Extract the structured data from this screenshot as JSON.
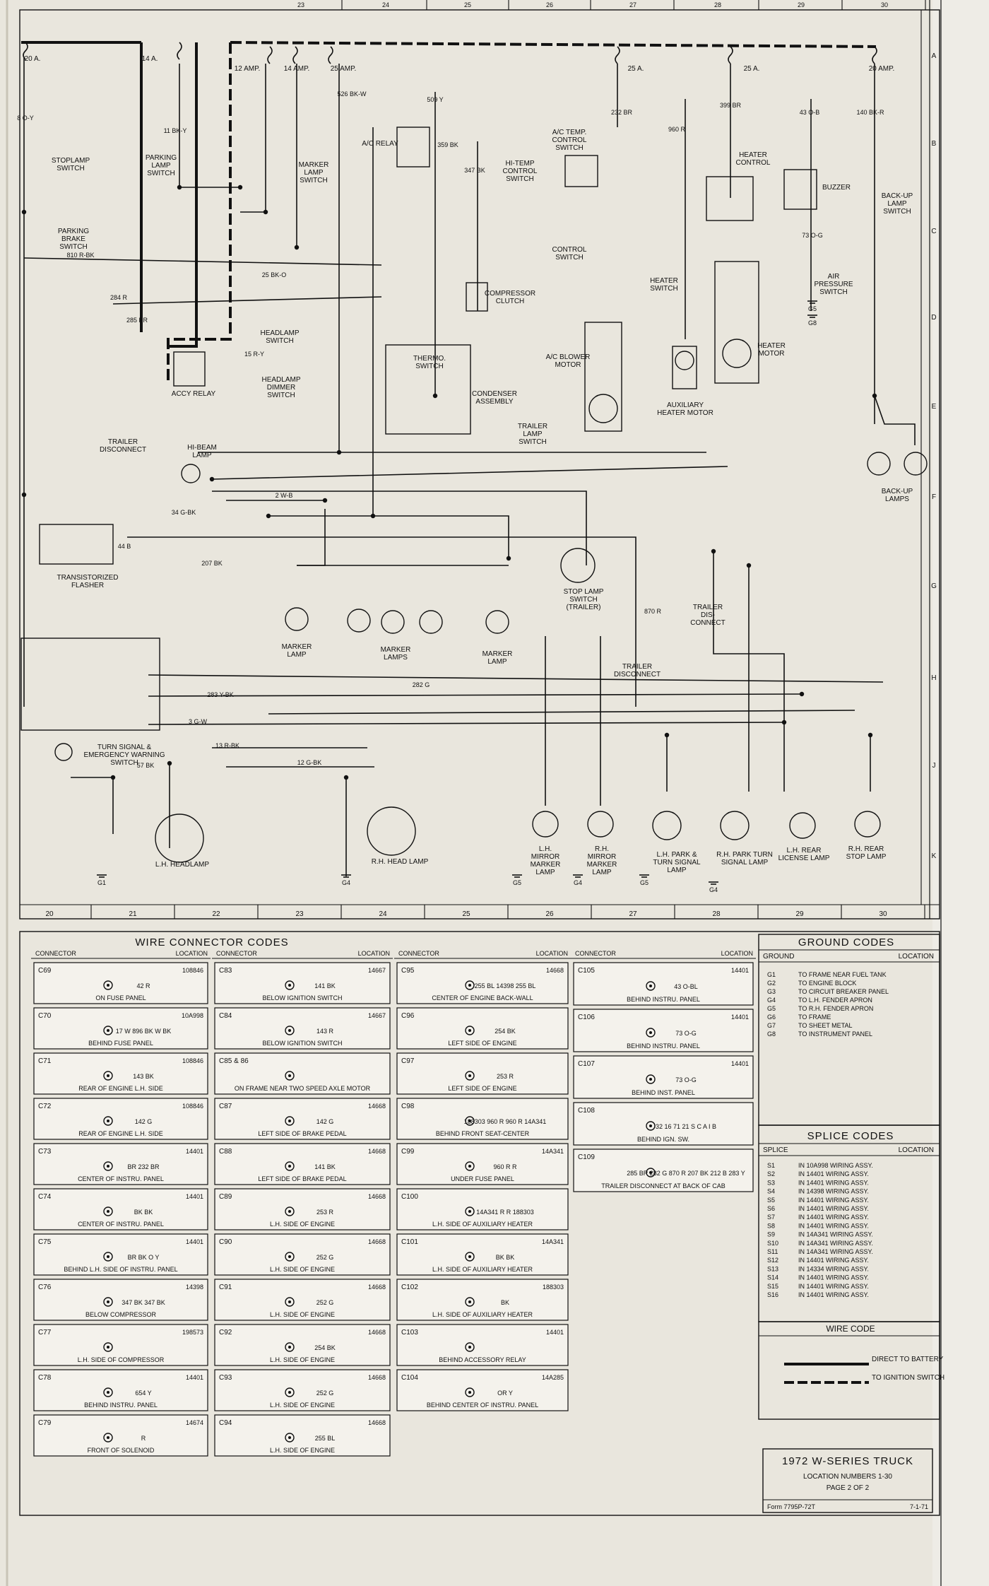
{
  "grid": {
    "top_cols": [
      "23",
      "24",
      "25",
      "26",
      "27",
      "28",
      "29",
      "30"
    ],
    "bottom_cols": [
      "20",
      "21",
      "22",
      "23",
      "24",
      "25",
      "26",
      "27",
      "28",
      "29",
      "30"
    ],
    "rows": [
      "A",
      "B",
      "C",
      "D",
      "E",
      "F",
      "G",
      "H",
      "J",
      "K"
    ]
  },
  "fuses": [
    "20 A.",
    "14 A.",
    "12 AMP.",
    "14 AMP.",
    "25 AMP.",
    "25 A.",
    "25 A.",
    "20 AMP."
  ],
  "components": [
    {
      "id": "stoplamp",
      "label": "STOPLAMP SWITCH"
    },
    {
      "id": "parkbrake",
      "label": "PARKING BRAKE SWITCH"
    },
    {
      "id": "parklamp",
      "label": "PARKING LAMP SWITCH"
    },
    {
      "id": "marker",
      "label": "MARKER LAMP SWITCH"
    },
    {
      "id": "acrelay",
      "label": "A/C RELAY"
    },
    {
      "id": "hitemp",
      "label": "HI-TEMP CONTROL SWITCH"
    },
    {
      "id": "actemp",
      "label": "A/C TEMP. CONTROL SWITCH"
    },
    {
      "id": "heatctl",
      "label": "HEATER CONTROL"
    },
    {
      "id": "buzzer",
      "label": "BUZZER"
    },
    {
      "id": "backupsw",
      "label": "BACK-UP LAMP SWITCH"
    },
    {
      "id": "clutch",
      "label": "COMPRESSOR CLUTCH"
    },
    {
      "id": "ctlsw",
      "label": "CONTROL SWITCH"
    },
    {
      "id": "heatsw",
      "label": "HEATER SWITCH"
    },
    {
      "id": "airpress",
      "label": "AIR PRESSURE SWITCH"
    },
    {
      "id": "headsw",
      "label": "HEADLAMP SWITCH"
    },
    {
      "id": "thermo",
      "label": "THERMO. SWITCH"
    },
    {
      "id": "condenser",
      "label": "CONDENSER ASSEMBLY"
    },
    {
      "id": "blower",
      "label": "A/C BLOWER MOTOR"
    },
    {
      "id": "auxheat",
      "label": "AUXILIARY HEATER MOTOR"
    },
    {
      "id": "heatmotor",
      "label": "HEATER MOTOR"
    },
    {
      "id": "accy",
      "label": "ACCY RELAY"
    },
    {
      "id": "dimmer",
      "label": "HEADLAMP DIMMER SWITCH"
    },
    {
      "id": "hibeam",
      "label": "HI-BEAM LAMP"
    },
    {
      "id": "trailersw",
      "label": "TRAILER LAMP SWITCH"
    },
    {
      "id": "backuplamps",
      "label": "BACK-UP LAMPS"
    },
    {
      "id": "trailerdis1",
      "label": "TRAILER DISCONNECT"
    },
    {
      "id": "flasher",
      "label": "TRANSISTORIZED FLASHER"
    },
    {
      "id": "stoplampsw",
      "label": "STOP LAMP SWITCH (TRAILER)"
    },
    {
      "id": "trailerdis2",
      "label": "TRAILER DIS- CONNECT"
    },
    {
      "id": "marker1",
      "label": "MARKER LAMP"
    },
    {
      "id": "markers",
      "label": "MARKER LAMPS"
    },
    {
      "id": "marker2",
      "label": "MARKER LAMP"
    },
    {
      "id": "trailerdis3",
      "label": "TRAILER DISCONNECT"
    },
    {
      "id": "turnsig",
      "label": "TURN SIGNAL & EMERGENCY WARNING SWITCH"
    },
    {
      "id": "lhhead",
      "label": "L.H. HEADLAMP"
    },
    {
      "id": "rhhead",
      "label": "R.H. HEAD LAMP"
    },
    {
      "id": "lhmirror",
      "label": "L.H. MIRROR MARKER LAMP"
    },
    {
      "id": "rhmirror",
      "label": "R.H. MIRROR MARKER LAMP"
    },
    {
      "id": "lhpark",
      "label": "L.H. PARK & TURN SIGNAL LAMP"
    },
    {
      "id": "rhpark",
      "label": "R.H. PARK TURN SIGNAL LAMP"
    },
    {
      "id": "lhlicense",
      "label": "L.H. REAR LICENSE LAMP"
    },
    {
      "id": "rhstop",
      "label": "R.H. REAR STOP LAMP"
    }
  ],
  "wires": [
    "8 O-Y",
    "11 BK-Y",
    "810 R-BK",
    "284 R",
    "285 BR",
    "25 BK-O",
    "526 BK-W",
    "509 Y",
    "347 BK",
    "359 BK",
    "960 R",
    "399 BR",
    "232 BR",
    "43 O-B",
    "140 BK-R",
    "73 O-G",
    "207 BK",
    "2 W-B",
    "3 G-W",
    "282 G",
    "283 Y-BK",
    "12 G-BK",
    "13 R-BK",
    "57 BK",
    "44 B",
    "34 G-BK",
    "870 R",
    "15 R-Y"
  ],
  "grounds_diagram": [
    "G1",
    "G4",
    "G5",
    "G4",
    "G5",
    "G4",
    "G5",
    "G8"
  ],
  "wire_connector_codes": {
    "title": "WIRE CONNECTOR CODES",
    "hdr_connector": "CONNECTOR",
    "hdr_location": "LOCATION",
    "columns": [
      [
        {
          "code": "C69",
          "part": "108846",
          "loc": "ON FUSE PANEL",
          "wires": "42 R"
        },
        {
          "code": "C70",
          "part": "10A998",
          "loc": "BEHIND FUSE PANEL",
          "wires": "17 W  896 BK  W  BK"
        },
        {
          "code": "C71",
          "part": "108846",
          "loc": "REAR OF ENGINE L.H. SIDE",
          "wires": "143 BK"
        },
        {
          "code": "C72",
          "part": "108846",
          "loc": "REAR OF ENGINE L.H. SIDE",
          "wires": "142 G"
        },
        {
          "code": "C73",
          "part": "14401",
          "loc": "CENTER OF INSTRU. PANEL",
          "wires": "BR  232 BR"
        },
        {
          "code": "C74",
          "part": "14401",
          "loc": "CENTER OF INSTRU. PANEL",
          "wires": "BK  BK"
        },
        {
          "code": "C75",
          "part": "14401",
          "loc": "BEHIND L.H. SIDE OF INSTRU. PANEL",
          "wires": "BR BK O Y"
        },
        {
          "code": "C76",
          "part": "14398",
          "loc": "BELOW COMPRESSOR",
          "wires": "347 BK  347 BK"
        },
        {
          "code": "C77",
          "part": "198573",
          "loc": "L.H. SIDE OF COMPRESSOR",
          "wires": ""
        },
        {
          "code": "C78",
          "part": "14401",
          "loc": "BEHIND INSTRU. PANEL",
          "wires": "654 Y"
        },
        {
          "code": "C79",
          "part": "14674",
          "loc": "FRONT OF SOLENOID",
          "wires": "R"
        }
      ],
      [
        {
          "code": "C83",
          "part": "14667",
          "loc": "BELOW IGNITION SWITCH",
          "wires": "141 BK"
        },
        {
          "code": "C84",
          "part": "14667",
          "loc": "BELOW IGNITION SWITCH",
          "wires": "143 R"
        },
        {
          "code": "C85 & 86",
          "part": "",
          "loc": "ON FRAME NEAR TWO SPEED AXLE MOTOR",
          "wires": ""
        },
        {
          "code": "C87",
          "part": "14668",
          "loc": "LEFT SIDE OF BRAKE PEDAL",
          "wires": "142 G"
        },
        {
          "code": "C88",
          "part": "14668",
          "loc": "LEFT SIDE OF BRAKE PEDAL",
          "wires": "141 BK"
        },
        {
          "code": "C89",
          "part": "14668",
          "loc": "L.H. SIDE OF ENGINE",
          "wires": "253 R"
        },
        {
          "code": "C90",
          "part": "14668",
          "loc": "L.H. SIDE OF ENGINE",
          "wires": "252 G"
        },
        {
          "code": "C91",
          "part": "14668",
          "loc": "L.H. SIDE OF ENGINE",
          "wires": "252 G"
        },
        {
          "code": "C92",
          "part": "14668",
          "loc": "L.H. SIDE OF ENGINE",
          "wires": "254 BK"
        },
        {
          "code": "C93",
          "part": "14668",
          "loc": "L.H. SIDE OF ENGINE",
          "wires": "252 G"
        },
        {
          "code": "C94",
          "part": "14668",
          "loc": "L.H. SIDE OF ENGINE",
          "wires": "255 BL"
        }
      ],
      [
        {
          "code": "C95",
          "part": "14668",
          "loc": "CENTER OF ENGINE BACK-WALL",
          "wires": "255 BL  14398  255 BL"
        },
        {
          "code": "C96",
          "part": "",
          "loc": "LEFT SIDE OF ENGINE",
          "wires": "254 BK"
        },
        {
          "code": "C97",
          "part": "",
          "loc": "LEFT SIDE OF ENGINE",
          "wires": "253 R"
        },
        {
          "code": "C98",
          "part": "",
          "loc": "BEHIND FRONT SEAT-CENTER",
          "wires": "188303  960 R  960 R  14A341"
        },
        {
          "code": "C99",
          "part": "14A341",
          "loc": "UNDER FUSE PANEL",
          "wires": "960 R  R"
        },
        {
          "code": "C100",
          "part": "",
          "loc": "L.H. SIDE OF AUXILIARY HEATER",
          "wires": "14A341 R  R  188303"
        },
        {
          "code": "C101",
          "part": "14A341",
          "loc": "L.H. SIDE OF AUXILIARY HEATER",
          "wires": "BK  BK"
        },
        {
          "code": "C102",
          "part": "188303",
          "loc": "L.H. SIDE OF AUXILIARY HEATER",
          "wires": "BK"
        },
        {
          "code": "C103",
          "part": "14401",
          "loc": "BEHIND ACCESSORY RELAY",
          "wires": ""
        },
        {
          "code": "C104",
          "part": "14A285",
          "loc": "BEHIND CENTER OF INSTRU. PANEL",
          "wires": "OR  Y"
        }
      ],
      [
        {
          "code": "C105",
          "part": "14401",
          "loc": "BEHIND INSTRU. PANEL",
          "wires": "43 O-BL"
        },
        {
          "code": "C106",
          "part": "14401",
          "loc": "BEHIND INSTRU. PANEL",
          "wires": "73 O-G"
        },
        {
          "code": "C107",
          "part": "14401",
          "loc": "BEHIND INST. PANEL",
          "wires": "73 O-G"
        },
        {
          "code": "C108",
          "part": "",
          "loc": "BEHIND IGN. SW.",
          "wires": "32 16 71 21  S C A I B"
        },
        {
          "code": "C109",
          "part": "",
          "loc": "TRAILER DISCONNECT AT BACK OF CAB",
          "wires": "285 BR  282 G  870 R  207 BK  212 B  283 Y"
        }
      ]
    ]
  },
  "ground_codes": {
    "title": "GROUND CODES",
    "hdr_ground": "GROUND",
    "hdr_location": "LOCATION",
    "rows": [
      {
        "code": "G1",
        "text": "TO FRAME NEAR FUEL TANK"
      },
      {
        "code": "G2",
        "text": "TO ENGINE BLOCK"
      },
      {
        "code": "G3",
        "text": "TO CIRCUIT BREAKER PANEL"
      },
      {
        "code": "G4",
        "text": "TO L.H. FENDER APRON"
      },
      {
        "code": "G5",
        "text": "TO R.H. FENDER APRON"
      },
      {
        "code": "G6",
        "text": "TO FRAME"
      },
      {
        "code": "G7",
        "text": "TO SHEET METAL"
      },
      {
        "code": "G8",
        "text": "TO INSTRUMENT PANEL"
      }
    ]
  },
  "splice_codes": {
    "title": "SPLICE CODES",
    "hdr_splice": "SPLICE",
    "hdr_location": "LOCATION",
    "rows": [
      {
        "code": "S1",
        "text": "IN 10A998 WIRING ASSY."
      },
      {
        "code": "S2",
        "text": "IN 14401 WIRING ASSY."
      },
      {
        "code": "S3",
        "text": "IN 14401 WIRING ASSY."
      },
      {
        "code": "S4",
        "text": "IN 14398 WIRING ASSY."
      },
      {
        "code": "S5",
        "text": "IN 14401 WIRING ASSY."
      },
      {
        "code": "S6",
        "text": "IN 14401 WIRING ASSY."
      },
      {
        "code": "S7",
        "text": "IN 14401 WIRING ASSY."
      },
      {
        "code": "S8",
        "text": "IN 14401 WIRING ASSY."
      },
      {
        "code": "S9",
        "text": "IN 14A341 WIRING ASSY."
      },
      {
        "code": "S10",
        "text": "IN 14A341 WIRING ASSY."
      },
      {
        "code": "S11",
        "text": "IN 14A341 WIRING ASSY."
      },
      {
        "code": "S12",
        "text": "IN 14401 WIRING ASSY."
      },
      {
        "code": "S13",
        "text": "IN 14334 WIRING ASSY."
      },
      {
        "code": "S14",
        "text": "IN 14401 WIRING ASSY."
      },
      {
        "code": "S15",
        "text": "IN 14401 WIRING ASSY."
      },
      {
        "code": "S16",
        "text": "IN 14401 WIRING ASSY."
      }
    ]
  },
  "wire_code": {
    "title": "WIRE CODE",
    "battery": "DIRECT TO BATTERY",
    "ignition": "TO IGNITION SWITCH"
  },
  "title_block": {
    "title": "1972 W-SERIES TRUCK",
    "sub1": "LOCATION NUMBERS 1-30",
    "sub2": "PAGE 2 OF 2",
    "form": "Form 7795P-72T",
    "date": "7-1-71"
  }
}
